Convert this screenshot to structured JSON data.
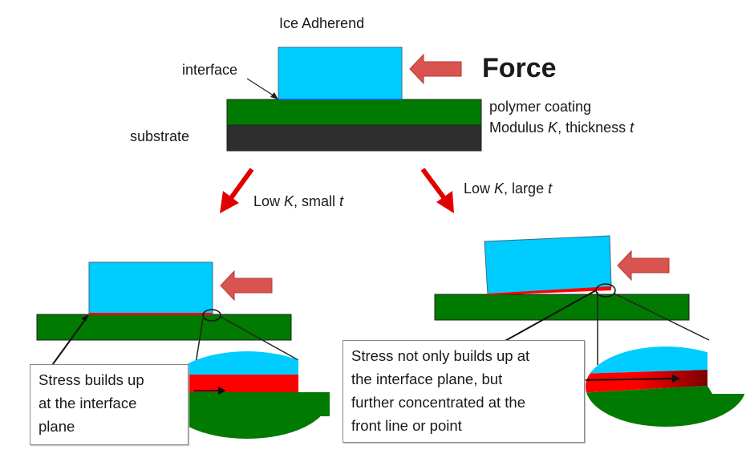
{
  "colors": {
    "ice": "#00ccff",
    "coating": "#007a00",
    "substrate": "#2e2e2e",
    "force_arrow": "#d9534f",
    "branch_arrow": "#e00000",
    "stress": "#ff0000",
    "stress_dark": "#7a0000"
  },
  "top": {
    "ice_label": "Ice Adherend",
    "interface_label": "interface",
    "force_label": "Force",
    "coating_label": "polymer coating",
    "modulus_label": {
      "prefix": "Modulus ",
      "k": "K",
      "middle": ", thickness ",
      "t": "t"
    },
    "substrate_label": "substrate"
  },
  "branches": {
    "left": {
      "prefix": "Low ",
      "k": "K",
      "middle": ", small ",
      "t": "t"
    },
    "right": {
      "prefix": "Low ",
      "k": "K",
      "middle": ", large ",
      "t": "t"
    }
  },
  "callouts": {
    "left": [
      "Stress builds up",
      "at the interface",
      "plane"
    ],
    "right": [
      "Stress not only builds up at",
      "the interface plane, but",
      "further concentrated at the",
      "front line or point"
    ]
  }
}
